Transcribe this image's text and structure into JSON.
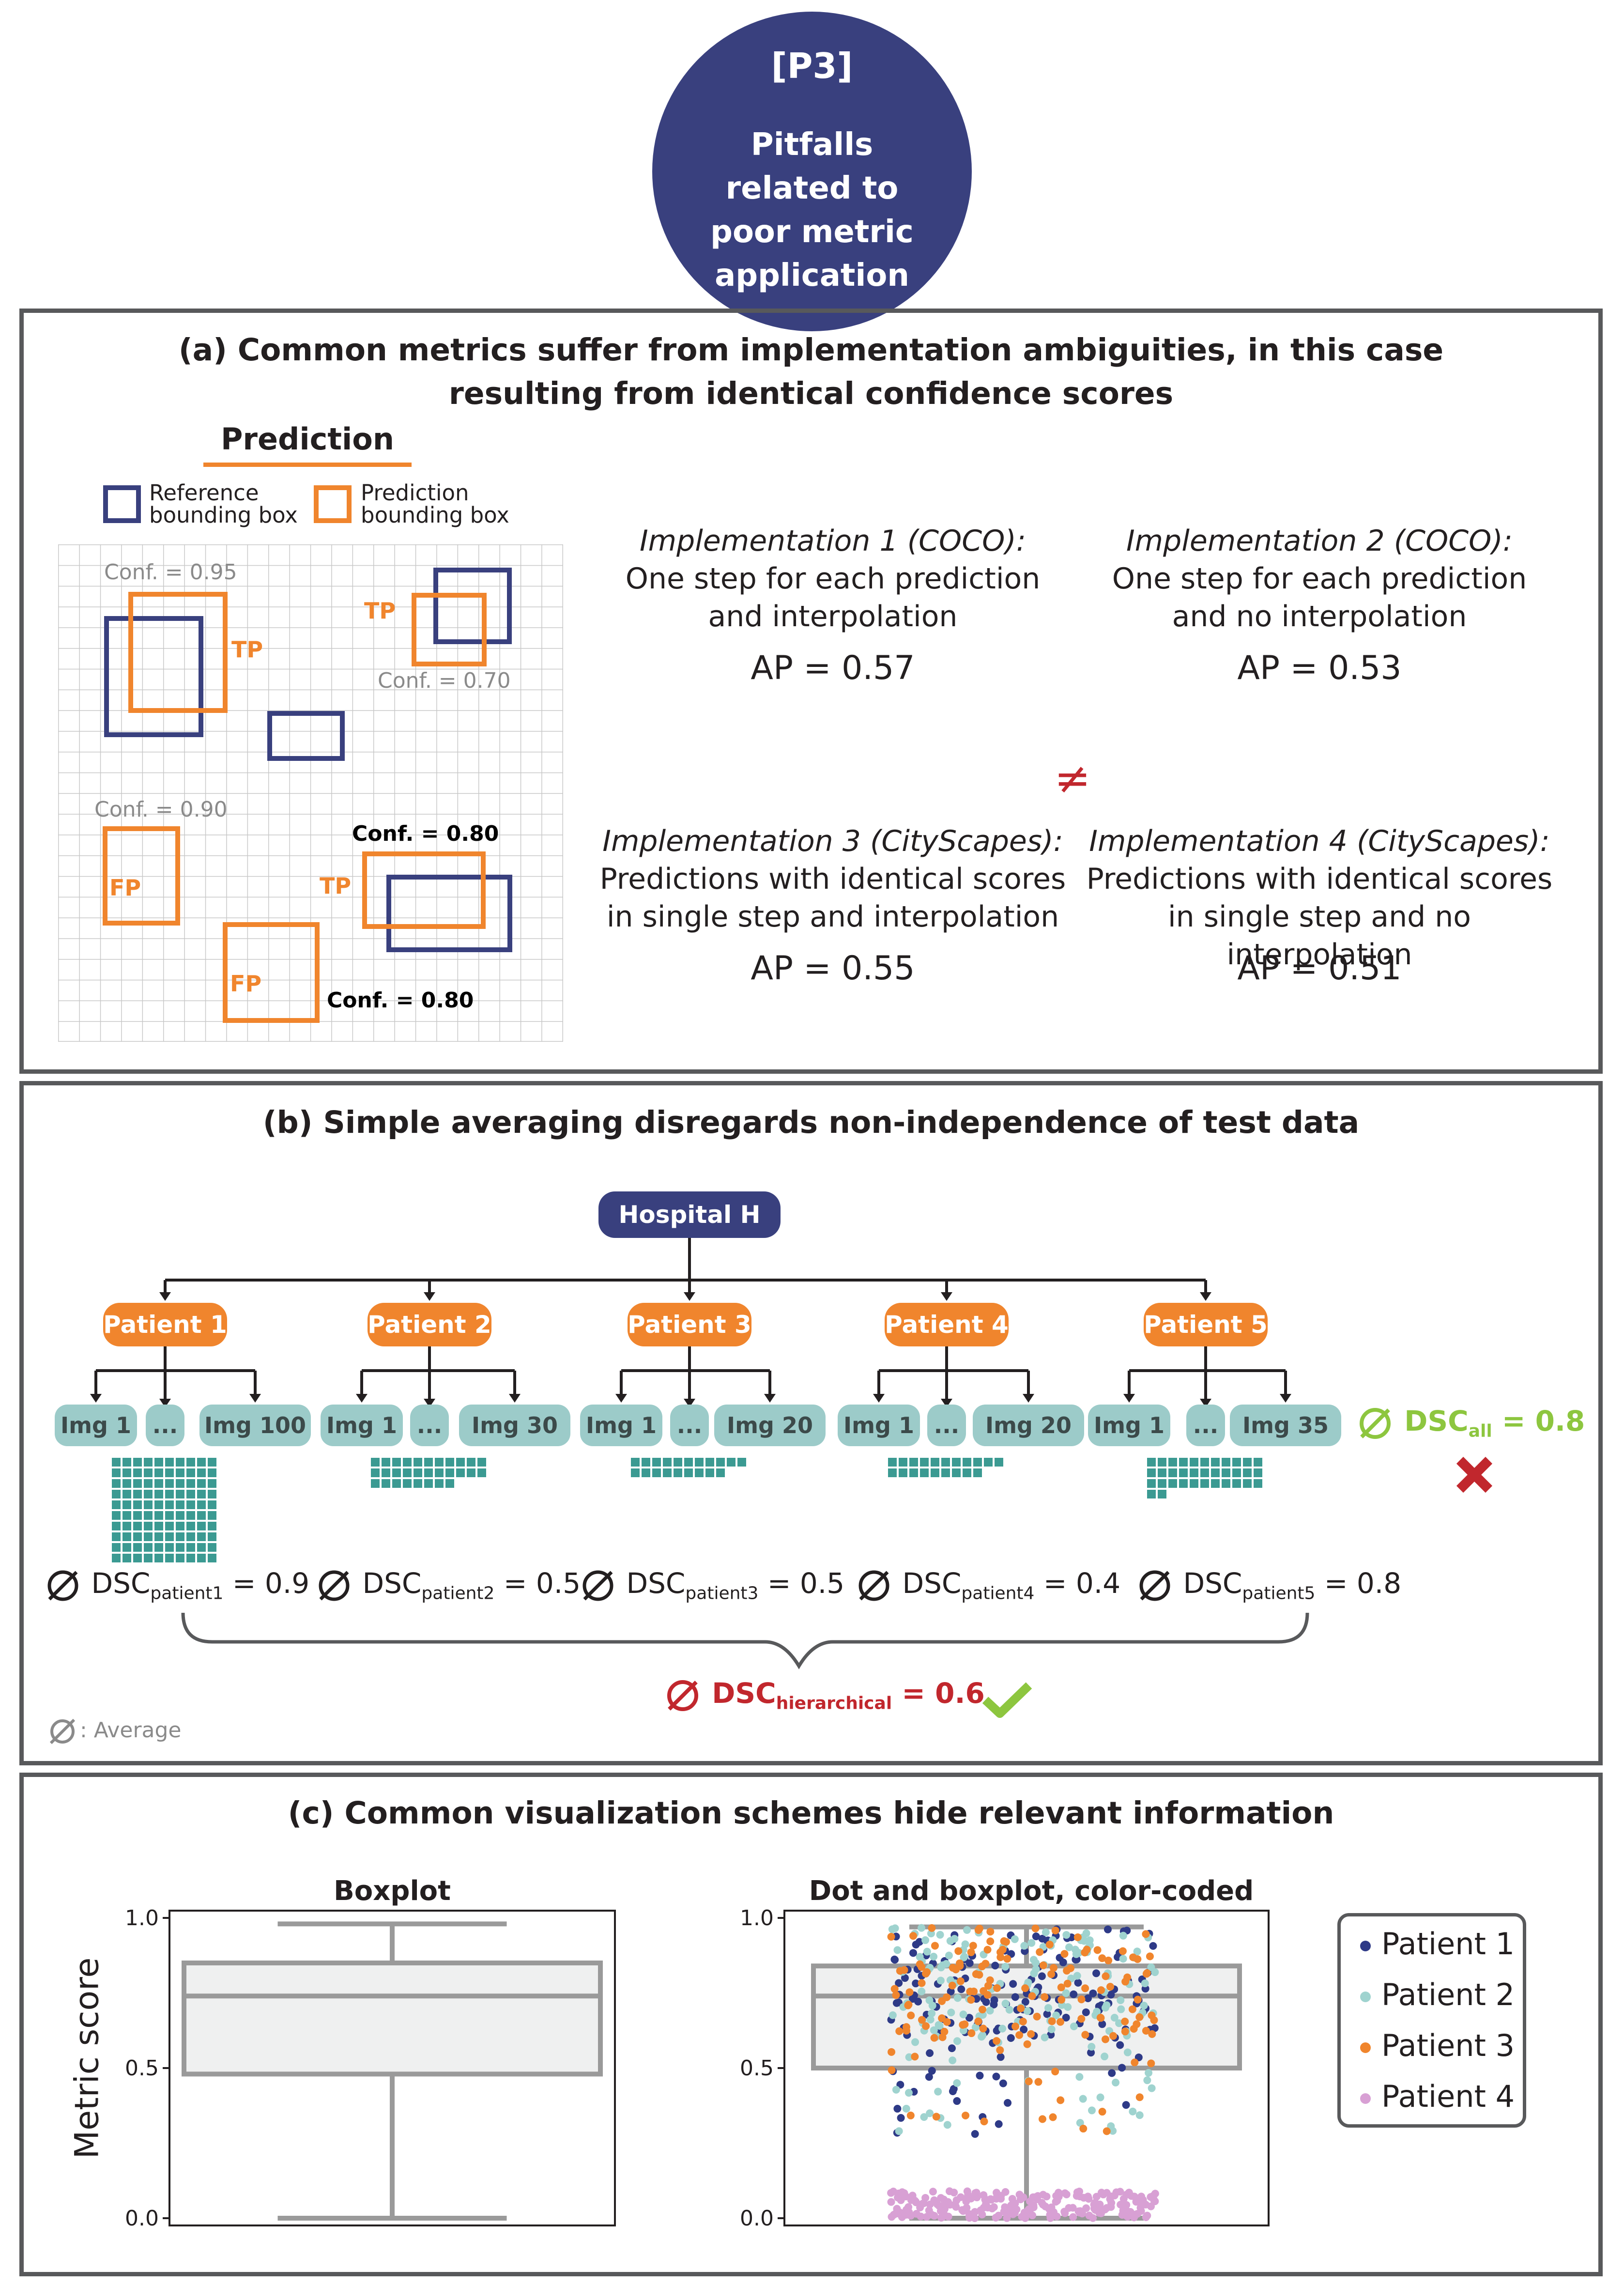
{
  "header": {
    "code": "[P3]",
    "title": "Pitfalls related to poor metric application"
  },
  "panel_a": {
    "title": "(a) Common metrics suffer from implementation ambiguities, in this case resulting from identical confidence scores",
    "prediction_label": "Prediction",
    "legend_reference": "Reference bounding box",
    "legend_prediction": "Prediction bounding box",
    "labels": {
      "tp": "TP",
      "fp": "FP"
    },
    "conf_labels": [
      "Conf. = 0.95",
      "Conf. = 0.70",
      "Conf. = 0.90",
      "Conf. = 0.80",
      "Conf. = 0.80"
    ],
    "implementations": [
      {
        "title": "Implementation 1 (COCO):",
        "line1": "One step for each prediction",
        "line2": "and interpolation",
        "ap": "AP = 0.57"
      },
      {
        "title": "Implementation 2 (COCO):",
        "line1": "One step for each prediction",
        "line2": "and no interpolation",
        "ap": "AP = 0.53"
      },
      {
        "title": "Implementation 3 (CityScapes):",
        "line1": "Predictions with identical scores",
        "line2": "in single step and interpolation",
        "ap": "AP = 0.55"
      },
      {
        "title": "Implementation 4 (CityScapes):",
        "line1": "Predictions with identical scores",
        "line2": "in single step and no interpolation",
        "ap": "AP = 0.51"
      }
    ],
    "neq": "≠",
    "colors": {
      "reference": "#39407e",
      "prediction": "#f0852d",
      "neq": "#c1272d"
    }
  },
  "panel_b": {
    "title": "(b) Simple averaging disregards non-independence of test data",
    "hospital": "Hospital H",
    "patients": [
      {
        "name": "Patient 1",
        "images": [
          "Img 1",
          "...",
          "Img 100"
        ],
        "dsc_base": "DSC",
        "dsc_sub": "patient1",
        "dsc_val": "= 0.9",
        "count": 100
      },
      {
        "name": "Patient 2",
        "images": [
          "Img 1",
          "...",
          "Img 30"
        ],
        "dsc_base": "DSC",
        "dsc_sub": "patient2",
        "dsc_val": "= 0.5",
        "count": 30
      },
      {
        "name": "Patient 3",
        "images": [
          "Img 1",
          "...",
          "Img 20"
        ],
        "dsc_base": "DSC",
        "dsc_sub": "patient3",
        "dsc_val": "= 0.5",
        "count": 20
      },
      {
        "name": "Patient 4",
        "images": [
          "Img 1",
          "...",
          "Img 20"
        ],
        "dsc_base": "DSC",
        "dsc_sub": "patient4",
        "dsc_val": "= 0.4",
        "count": 20
      },
      {
        "name": "Patient 5",
        "images": [
          "Img 1",
          "...",
          "Img 35"
        ],
        "dsc_base": "DSC",
        "dsc_sub": "patient5",
        "dsc_val": "= 0.8",
        "count": 35
      }
    ],
    "dsc_all": {
      "base": "DSC",
      "sub": "all",
      "val": " = 0.8"
    },
    "dsc_hier": {
      "base": "DSC",
      "sub": "hierarchical",
      "val": " = 0.6"
    },
    "avg_legend": ": Average",
    "colors": {
      "hospital": "#39407e",
      "patient": "#f0852d",
      "image": "#9ccbc9",
      "grid": "#3b9a92",
      "green": "#8dc63f",
      "red": "#c1272d"
    }
  },
  "panel_c": {
    "title": "(c) Common visualization schemes hide relevant information",
    "left_title": "Boxplot",
    "right_title": "Dot and boxplot, color-coded",
    "ylabel": "Metric score",
    "ticks": [
      "1.0",
      "0.5",
      "0.0"
    ],
    "legend": [
      {
        "name": "Patient 1",
        "color": "#2e3a87"
      },
      {
        "name": "Patient 2",
        "color": "#9fd3cf"
      },
      {
        "name": "Patient 3",
        "color": "#f0852d"
      },
      {
        "name": "Patient 4",
        "color": "#d8a0d4"
      }
    ]
  },
  "chart_data": [
    {
      "type": "box",
      "title": "Boxplot",
      "ylabel": "Metric score",
      "ylim": [
        0,
        1
      ],
      "box": {
        "min": 0.0,
        "q1": 0.48,
        "median": 0.74,
        "q3": 0.85,
        "max": 0.98
      }
    },
    {
      "type": "scatter",
      "title": "Dot and boxplot, color-coded",
      "ylabel": "Metric score",
      "ylim": [
        0,
        1
      ],
      "box": {
        "min": 0.0,
        "q1": 0.5,
        "median": 0.74,
        "q3": 0.84,
        "max": 0.97
      },
      "series": [
        {
          "name": "Patient 1",
          "color": "#2e3a87",
          "n": 170,
          "range": [
            0.28,
            0.97
          ]
        },
        {
          "name": "Patient 2",
          "color": "#9fd3cf",
          "n": 170,
          "range": [
            0.28,
            0.97
          ]
        },
        {
          "name": "Patient 3",
          "color": "#f0852d",
          "n": 150,
          "range": [
            0.28,
            0.97
          ]
        },
        {
          "name": "Patient 4",
          "color": "#d8a0d4",
          "n": 230,
          "range": [
            0.0,
            0.09
          ]
        }
      ]
    }
  ]
}
